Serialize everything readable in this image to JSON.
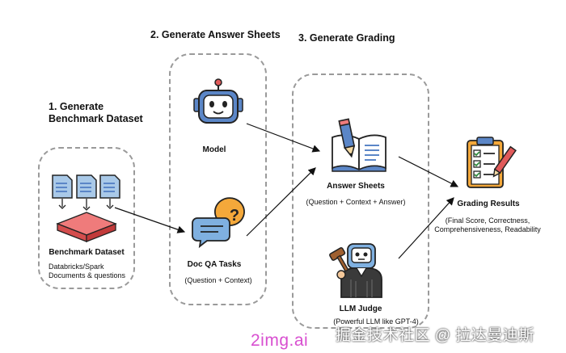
{
  "steps": {
    "step1_line1": "1. Generate",
    "step1_line2": "Benchmark Dataset",
    "step2": "2. Generate Answer Sheets",
    "step3": "3. Generate Grading"
  },
  "nodes": {
    "benchmark": {
      "title": "Benchmark Dataset",
      "desc_line1": "Databricks/Spark",
      "desc_line2": "Documents & questions"
    },
    "model": {
      "title": "Model"
    },
    "docqa": {
      "title": "Doc QA Tasks",
      "desc": "(Question + Context)"
    },
    "answer_sheets": {
      "title": "Answer Sheets",
      "desc": "(Question + Context + Answer)"
    },
    "llm_judge": {
      "title": "LLM Judge",
      "desc": "(Powerful LLM like GPT-4)"
    },
    "grading": {
      "title": "Grading Results",
      "desc_line1": "(Final Score, Correctness,",
      "desc_line2": "Comprehensiveness, Readability"
    }
  },
  "watermarks": {
    "left": "2img.ai",
    "right": "掘金技术社区 @ 拉达曼迪斯"
  },
  "colors": {
    "box_border": "#9a9a9a",
    "icon_blue": "#5b86c7",
    "icon_orange": "#f4a83a",
    "db_red": "#e05a5a",
    "watermark_left": "#d84fd0"
  },
  "icons": [
    "document-icon",
    "database-icon",
    "robot-icon",
    "chat-question-icon",
    "book-pencil-icon",
    "judge-robot-icon",
    "clipboard-checklist-icon"
  ]
}
